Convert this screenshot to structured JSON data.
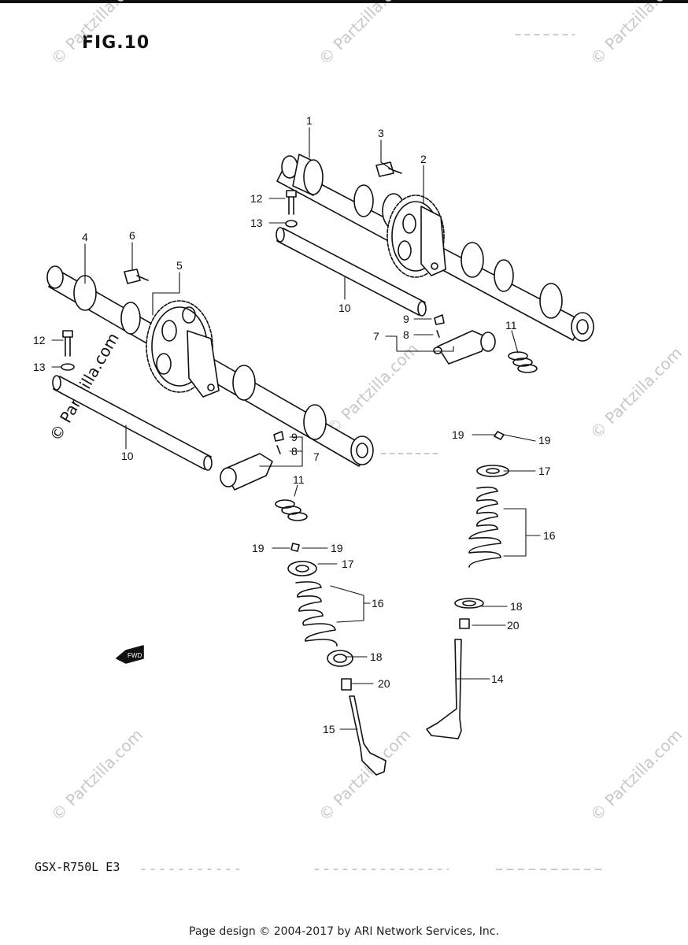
{
  "figure_title": "FIG.10",
  "model_code": "GSX-R750L E3",
  "footer": "Page design © 2004-2017 by ARI Network Services, Inc.",
  "watermark_text": "© Partzilla.com",
  "fwd_label": "FWD",
  "callouts": {
    "c1": "1",
    "c2": "2",
    "c3": "3",
    "c4": "4",
    "c5": "5",
    "c6": "6",
    "c7a": "7",
    "c7b": "7",
    "c8a": "8",
    "c8b": "8",
    "c9a": "9",
    "c9b": "9",
    "c10a": "10",
    "c10b": "10",
    "c11a": "11",
    "c11b": "11",
    "c12a": "12",
    "c12b": "12",
    "c13a": "13",
    "c13b": "13",
    "c14": "14",
    "c15": "15",
    "c16a": "16",
    "c16b": "16",
    "c17a": "17",
    "c17b": "17",
    "c18a": "18",
    "c18b": "18",
    "c19a": "19",
    "c19b": "19",
    "c19c": "19",
    "c19d": "19",
    "c20a": "20",
    "c20b": "20"
  }
}
